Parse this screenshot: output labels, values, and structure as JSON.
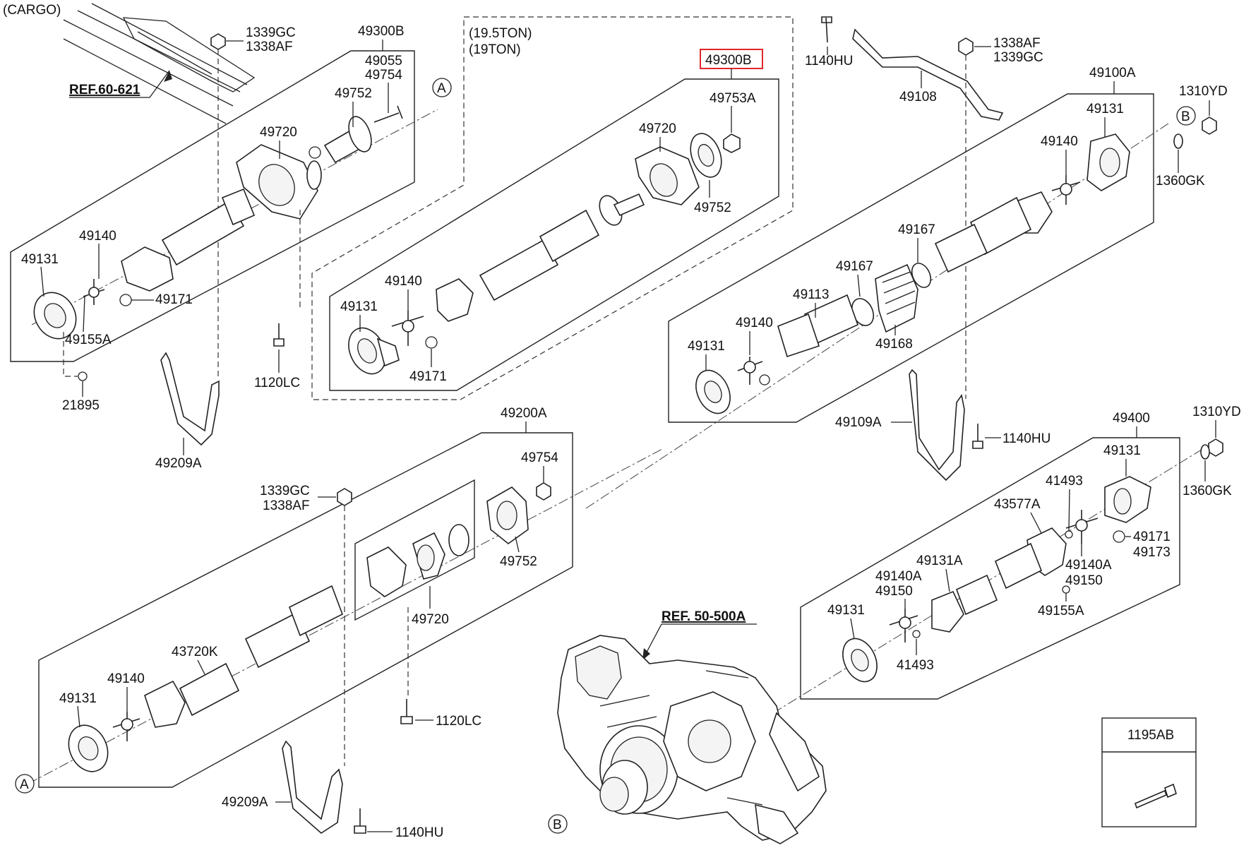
{
  "title": "(CARGO)",
  "tonnage": [
    "(19.5TON)",
    "(19TON)"
  ],
  "references": {
    "frame": "REF.60-621",
    "axle": "REF. 50-500A"
  },
  "markers": {
    "a": "A",
    "b": "B"
  },
  "highlight": {
    "color": "#e0262b",
    "part": "49300B"
  },
  "callout_box": {
    "header": "1195AB"
  },
  "groups": {
    "top_left": {
      "assembly": "49300B",
      "labels": [
        "1339GC",
        "1338AF",
        "49055",
        "49754",
        "49752",
        "49720",
        "49140",
        "49131",
        "49171",
        "49155A",
        "21895",
        "49209A"
      ]
    },
    "center_top": {
      "assembly": "49300B",
      "labels": [
        "49753A",
        "49720",
        "49752",
        "49140",
        "49131",
        "49171",
        "1120LC"
      ]
    },
    "top_right": {
      "bracket": [
        "1140HU",
        "1338AF",
        "1339GC",
        "49108"
      ],
      "assembly": "49100A",
      "labels": [
        "1310YD",
        "49131",
        "1360GK",
        "49140",
        "49167",
        "49167",
        "49113",
        "49168",
        "49140",
        "49131",
        "49109A",
        "1140HU"
      ]
    },
    "center": {
      "assembly": "49200A",
      "labels": [
        "49754",
        "1339GC",
        "1338AF",
        "49752",
        "49720",
        "43720K",
        "49140",
        "49131",
        "1120LC",
        "49209A",
        "1140HU"
      ]
    },
    "right": {
      "assembly": "49400",
      "labels": [
        "1310YD",
        "49131",
        "1360GK",
        "41493",
        "43577A",
        "49171",
        "49173",
        "49140A",
        "49150",
        "49131A",
        "49140A",
        "49150",
        "49155A",
        "49131",
        "41493"
      ]
    }
  }
}
